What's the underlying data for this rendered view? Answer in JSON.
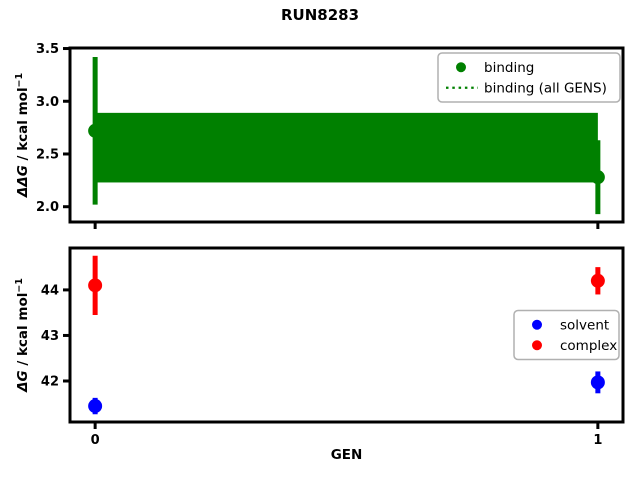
{
  "chart_data": [
    {
      "type": "scatter",
      "title": "RUN8283",
      "xlabel": "",
      "ylabel": {
        "text": "ΔΔG / kcal mol⁻¹",
        "parts": [
          {
            "t": "ΔΔ",
            "italic": true
          },
          {
            "t": "G",
            "italic": true
          },
          {
            "t": " / kcal mol",
            "italic": false
          },
          {
            "t": "−1",
            "sup": true
          }
        ]
      },
      "xlim": [
        -0.05,
        1.05
      ],
      "ylim": [
        1.855,
        3.505
      ],
      "xticks": [
        0,
        1
      ],
      "show_xticklabels": false,
      "yticks": [
        "2.0",
        "2.5",
        "3.0",
        "3.5"
      ],
      "grid": false,
      "series": [
        {
          "name": "binding",
          "color": "#008000",
          "marker": "circle",
          "x": [
            0,
            1
          ],
          "y": [
            2.72,
            2.28
          ],
          "yerr": [
            0.7,
            0.35
          ]
        }
      ],
      "band": {
        "label": "binding (all GENS)",
        "color": "#008000",
        "linestyle": "dotted",
        "x_start": 0,
        "x_end": 1,
        "y_center": 2.56,
        "y_halfwidth": 0.33
      },
      "legend": {
        "location": "upper-right",
        "entries": [
          {
            "symbol": "dot",
            "color": "#008000",
            "label": "binding"
          },
          {
            "symbol": "dotted-line",
            "color": "#008000",
            "label": "binding (all GENS)"
          }
        ]
      }
    },
    {
      "type": "scatter",
      "title": "",
      "xlabel": "GEN",
      "ylabel": {
        "text": "ΔG / kcal mol⁻¹",
        "parts": [
          {
            "t": "Δ",
            "italic": true
          },
          {
            "t": "G",
            "italic": true
          },
          {
            "t": " / kcal mol",
            "italic": false
          },
          {
            "t": "−1",
            "sup": true
          }
        ]
      },
      "xlim": [
        -0.05,
        1.05
      ],
      "ylim": [
        41.1,
        44.92
      ],
      "xticks": [
        0,
        1
      ],
      "show_xticklabels": true,
      "yticks": [
        "42",
        "43",
        "44"
      ],
      "grid": false,
      "series": [
        {
          "name": "solvent",
          "color": "#0000ff",
          "marker": "circle",
          "x": [
            0,
            1
          ],
          "y": [
            41.45,
            41.97
          ],
          "yerr": [
            0.18,
            0.24
          ]
        },
        {
          "name": "complex",
          "color": "#ff0000",
          "marker": "circle",
          "x": [
            0,
            1
          ],
          "y": [
            44.1,
            44.2
          ],
          "yerr": [
            0.65,
            0.3
          ]
        }
      ],
      "legend": {
        "location": "center-right",
        "entries": [
          {
            "symbol": "dot",
            "color": "#0000ff",
            "label": "solvent"
          },
          {
            "symbol": "dot",
            "color": "#ff0000",
            "label": "complex"
          }
        ]
      }
    }
  ],
  "colors": {
    "binding": "#008000",
    "solvent": "#0000ff",
    "complex": "#ff0000",
    "spine": "#000000",
    "legend_border": "#b0b0b0",
    "background": "#ffffff"
  }
}
